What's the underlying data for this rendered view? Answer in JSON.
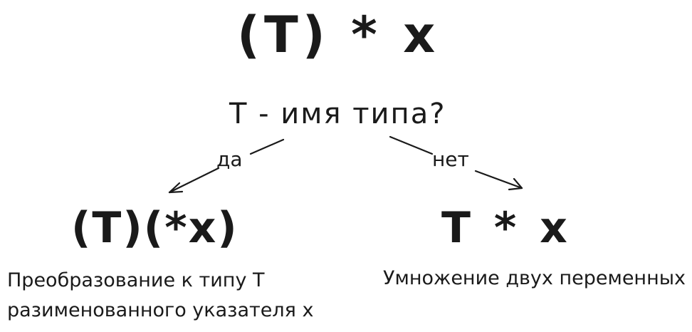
{
  "diagram": {
    "root_expression": "(T) * x",
    "question": "T - имя типа?",
    "branches": {
      "yes": {
        "label": "да",
        "expression": "(T)(*x)",
        "caption_line1": "Преобразование к типу T",
        "caption_line2": "разименованного указателя x"
      },
      "no": {
        "label": "нет",
        "expression": "T * x",
        "caption": "Умножение двух переменных"
      }
    }
  }
}
